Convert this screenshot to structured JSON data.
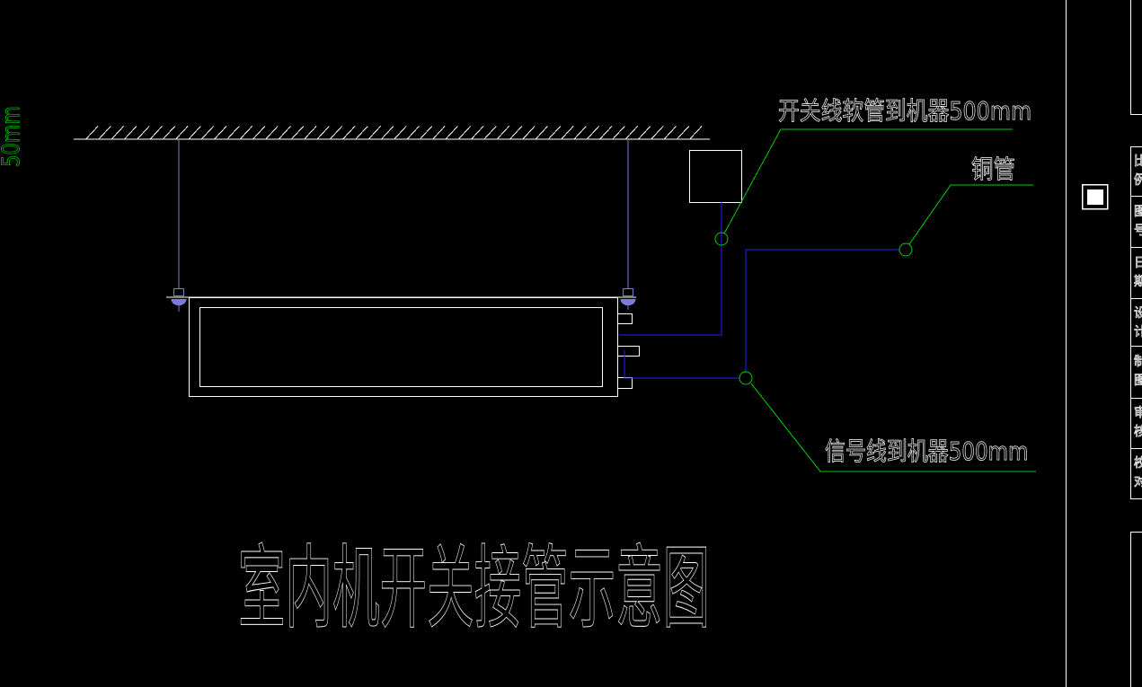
{
  "diagram": {
    "title": "室内机开关接管示意图",
    "labels": {
      "switch_hose": "开关线软管到机器500mm",
      "copper_pipe": "铜管",
      "signal_line": "信号线到机器500mm",
      "ceiling_offset": "50mm"
    }
  },
  "colors": {
    "white": "#ffffff",
    "wire_blue": "#2222ff",
    "rod_blue": "#7b7bd8",
    "green": "#00cc00"
  },
  "side_panel": {
    "rows": [
      {
        "top": "比",
        "bottom": "例"
      },
      {
        "top": "图",
        "bottom": "号"
      },
      {
        "top": "日",
        "bottom": "期"
      },
      {
        "top": "设",
        "bottom": "计"
      },
      {
        "top": "制",
        "bottom": "图"
      },
      {
        "top": "审",
        "bottom": "核"
      },
      {
        "top": "校",
        "bottom": "对"
      }
    ]
  }
}
